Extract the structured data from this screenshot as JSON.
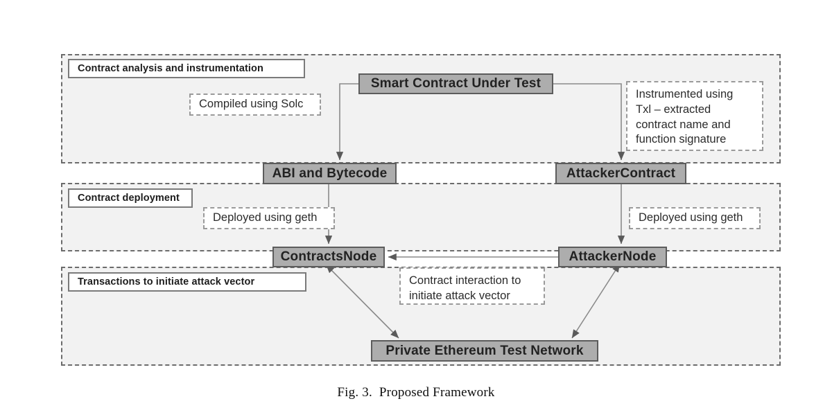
{
  "figure": {
    "caption_number": "Fig. 3.",
    "caption_title": "Proposed Framework"
  },
  "regions": [
    {
      "id": "contract-analysis",
      "label": "Contract analysis and instrumentation"
    },
    {
      "id": "contract-deployment",
      "label": "Contract deployment"
    },
    {
      "id": "attack-transactions",
      "label": "Transactions to initiate attack vector"
    }
  ],
  "nodes": [
    {
      "id": "smart-contract-under-test",
      "label": "Smart Contract Under Test"
    },
    {
      "id": "abi-and-bytecode",
      "label": "ABI and Bytecode"
    },
    {
      "id": "attacker-contract",
      "label": "AttackerContract"
    },
    {
      "id": "contracts-node",
      "label": "ContractsNode"
    },
    {
      "id": "attacker-node",
      "label": "AttackerNode"
    },
    {
      "id": "private-ethereum-test-network",
      "label": "Private Ethereum Test Network"
    }
  ],
  "notes": [
    {
      "id": "compiled-using-solc",
      "text": "Compiled using Solc"
    },
    {
      "id": "instrumented-using-txl",
      "text": "Instrumented using\nTxl – extracted\ncontract name and\nfunction signature"
    },
    {
      "id": "deployed-using-geth-left",
      "text": "Deployed using geth"
    },
    {
      "id": "deployed-using-geth-right",
      "text": "Deployed using geth"
    },
    {
      "id": "contract-interaction",
      "text": "Contract interaction to\ninitiate attack vector"
    }
  ],
  "colors": {
    "node_fill": "#adadad",
    "node_border": "#5c5c5c",
    "region_fill": "#f2f2f2",
    "region_border": "#6b6b6b",
    "note_border": "#9a9a9a",
    "connector": "#7a7a7a",
    "page_background": "#ffffff"
  }
}
